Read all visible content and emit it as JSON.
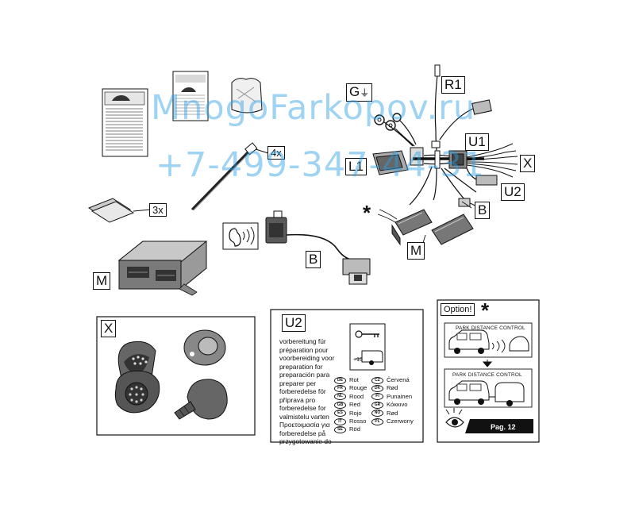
{
  "watermark": {
    "line1": "MnogoFarkopov.ru",
    "line2": "+7-499-347-44-31",
    "color": "#2aa0e6"
  },
  "labels": {
    "G": "G",
    "R1": "R1",
    "U1": "U1",
    "X": "X",
    "L1": "L1",
    "U2": "U2",
    "B": "B",
    "M": "M",
    "star": "*"
  },
  "quantities": {
    "ties": "4x",
    "pads": "3x"
  },
  "u2_panel": {
    "label": "U2",
    "lines": [
      "vorbereitung für",
      "préparation pour",
      "voorbereiding voor",
      "preparation for",
      "preparación para",
      "preparer per",
      "forberedelse för",
      "příprava pro",
      "forberedelse for",
      "valmistelu varten",
      "Προετοιμασία για",
      "forberedelse på",
      "przygotowanie do"
    ],
    "plus15": "+15",
    "colors_left": [
      {
        "code": "DE",
        "name": "Rot"
      },
      {
        "code": "FR",
        "name": "Rouge"
      },
      {
        "code": "NL",
        "name": "Rood"
      },
      {
        "code": "GB",
        "name": "Red"
      },
      {
        "code": "ES",
        "name": "Rojo"
      },
      {
        "code": "IT",
        "name": "Rosso"
      },
      {
        "code": "SE",
        "name": "Röd"
      }
    ],
    "colors_right": [
      {
        "code": "CZ",
        "name": "Červená"
      },
      {
        "code": "DK",
        "name": "Rød"
      },
      {
        "code": "FI",
        "name": "Punainen"
      },
      {
        "code": "GR",
        "name": "Κόκκινο"
      },
      {
        "code": "NO",
        "name": "Rød"
      },
      {
        "code": "PL",
        "name": "Czerwony"
      }
    ]
  },
  "option_panel": {
    "option_label": "Option!",
    "star": "*",
    "pdc_top": "PARK DISTANCE CONTROL",
    "pdc_bottom": "PARK DISTANCE CONTROL",
    "page_ref": "Pag. 12"
  },
  "x_panel": {
    "label": "X"
  }
}
